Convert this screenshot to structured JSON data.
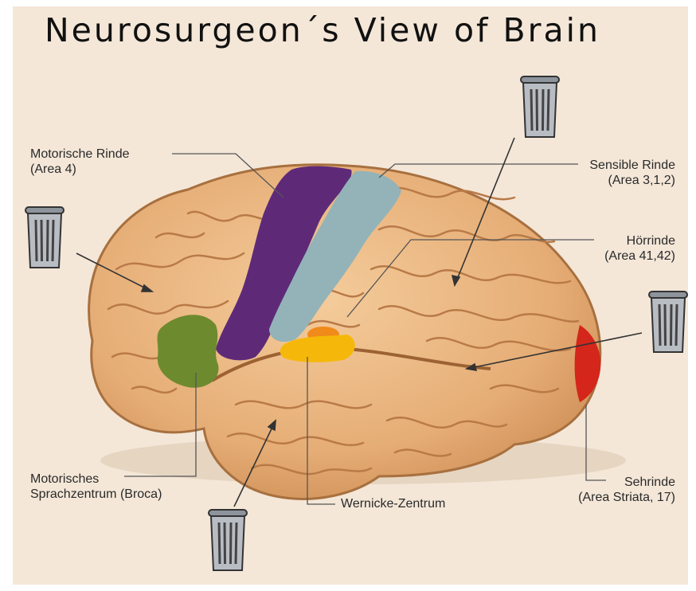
{
  "title": "Neurosurgeon´s View of Brain",
  "labels": {
    "motor_cortex": {
      "line1": "Motorische Rinde",
      "line2": "(Area 4)"
    },
    "sensory_cortex": {
      "line1": "Sensible Rinde",
      "line2": "(Area 3,1,2)"
    },
    "auditory_cortex": {
      "line1": "Hörrinde",
      "line2": "(Area 41,42)"
    },
    "broca": {
      "line1": "Motorisches",
      "line2": "Sprachzentrum (Broca)"
    },
    "wernicke": {
      "line1": "Wernicke-Zentrum"
    },
    "visual_cortex": {
      "line1": "Sehrinde",
      "line2": "(Area Striata, 17)"
    }
  },
  "icons": [
    "trash-can-icon",
    "trash-can-icon",
    "trash-can-icon",
    "trash-can-icon"
  ],
  "colors": {
    "background": "#f4e7d8",
    "brain": "#e9b27d",
    "sulci": "#b97a47",
    "motor_cortex": "#5e2a78",
    "sensory_cortex": "#93b3b8",
    "broca": "#6e8a2e",
    "wernicke": "#f5b80a",
    "auditory": "#f08a1a",
    "visual": "#d4261a"
  }
}
